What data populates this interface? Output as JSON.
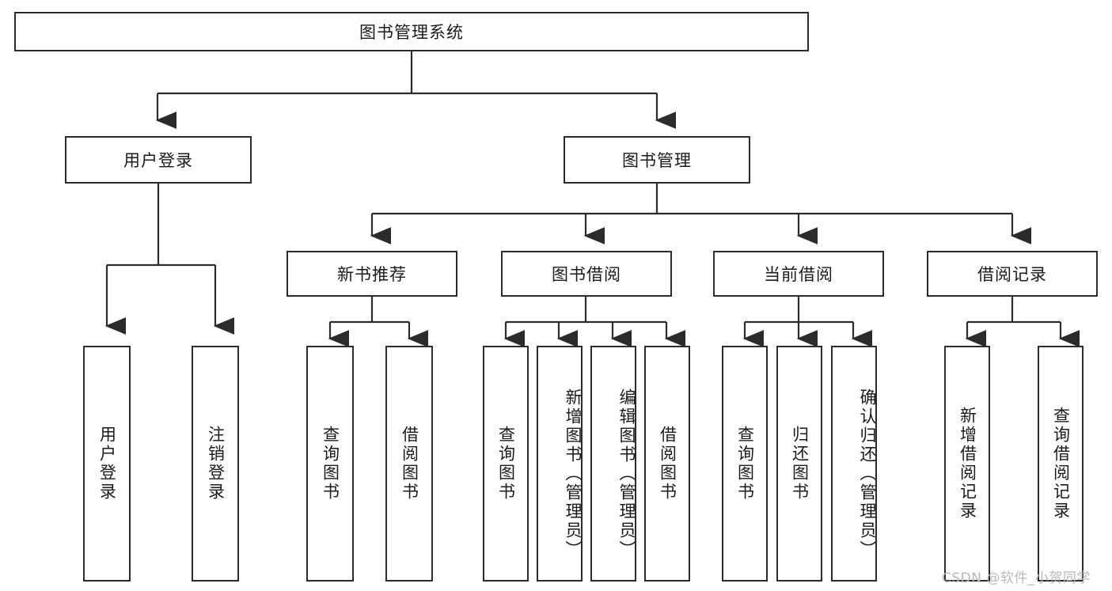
{
  "diagram": {
    "title": "图书管理系统",
    "root": {
      "label": "图书管理系统"
    },
    "level2": [
      {
        "label": "用户登录"
      },
      {
        "label": "图书管理"
      }
    ],
    "level3": [
      {
        "label": "新书推荐"
      },
      {
        "label": "图书借阅"
      },
      {
        "label": "当前借阅"
      },
      {
        "label": "借阅记录"
      }
    ],
    "leaves": {
      "user_login": [
        {
          "label": "用户登录"
        },
        {
          "label": "注销登录"
        }
      ],
      "new_book_recommend": [
        {
          "label": "查询图书"
        },
        {
          "label": "借阅图书"
        }
      ],
      "book_borrow": [
        {
          "label": "查询图书"
        },
        {
          "label": "新增图书（管理员）"
        },
        {
          "label": "编辑图书（管理员）"
        },
        {
          "label": "借阅图书"
        }
      ],
      "current_borrow": [
        {
          "label": "查询图书"
        },
        {
          "label": "归还图书"
        },
        {
          "label": "确认归还（管理员）"
        }
      ],
      "borrow_record": [
        {
          "label": "新增借阅记录"
        },
        {
          "label": "查询借阅记录"
        }
      ]
    }
  },
  "watermark": "CSDN @软件_小贺同学",
  "colors": {
    "stroke": "#2b2b2b",
    "background": "#ffffff",
    "text": "#1a1a1a",
    "watermark": "#b9b9b9"
  }
}
